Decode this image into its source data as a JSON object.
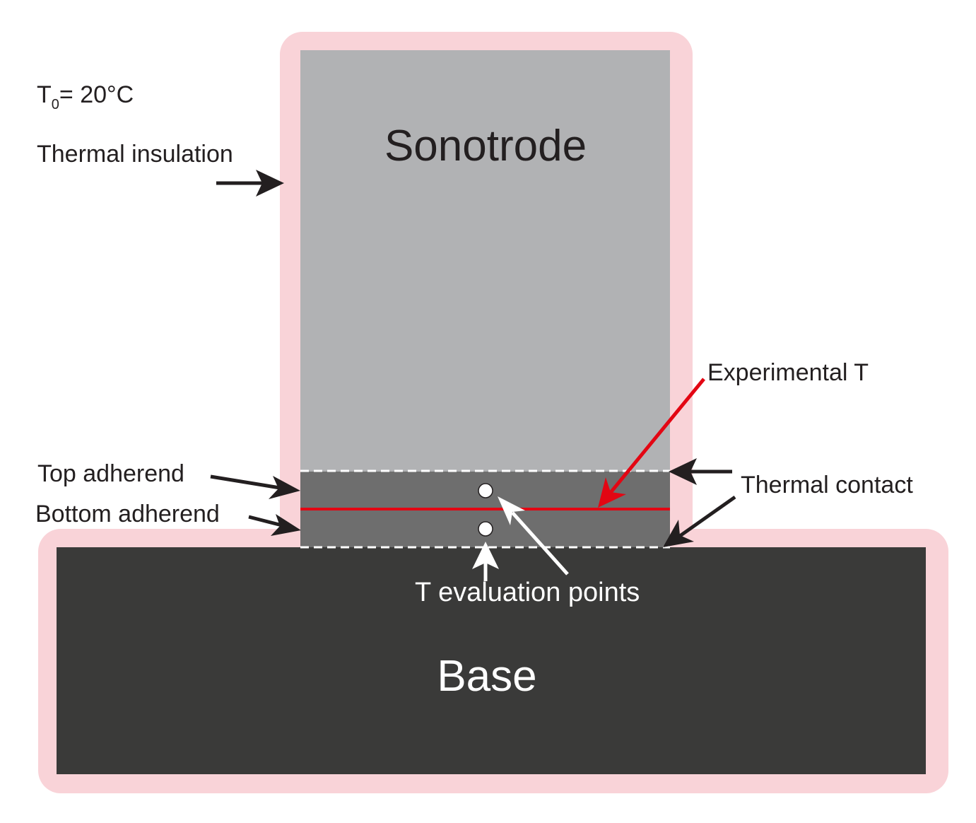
{
  "colors": {
    "insulation": "#f9d3d8",
    "sonotrode": "#b1b2b4",
    "adherend": "#6e6e6e",
    "base": "#3a3a39",
    "experimental_line": "#e30613",
    "arrow_dark": "#231f20",
    "arrow_light": "#ffffff"
  },
  "labels": {
    "t0_symbol": "T",
    "t0_subscript": "0",
    "t0_value": "= 20°C",
    "thermal_insulation": "Thermal insulation",
    "sonotrode": "Sonotrode",
    "experimental_t": "Experimental T",
    "top_adherend": "Top adherend",
    "bottom_adherend": "Bottom adherend",
    "thermal_contact": "Thermal contact",
    "t_evaluation_points": "T evaluation points",
    "base": "Base"
  }
}
